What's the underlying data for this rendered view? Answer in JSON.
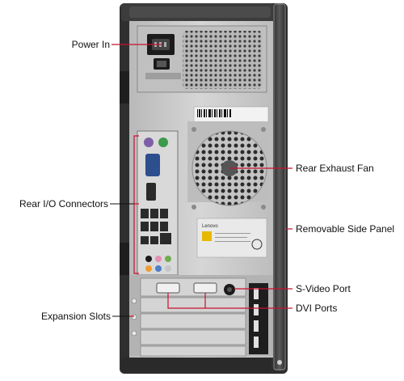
{
  "labels": {
    "power_in": "Power In",
    "rear_io": "Rear I/O Connectors",
    "expansion_slots": "Expansion Slots",
    "rear_exhaust_fan": "Rear Exhaust Fan",
    "removable_side_panel": "Removable Side Panel",
    "svideo_port": "S-Video Port",
    "dvi_ports": "DVI Ports"
  },
  "sticker_brand": "Lenovo",
  "colors": {
    "callout_line": "#c8102e",
    "chassis_dark": "#3a3a3a",
    "chassis_panel": "#c9c9c9",
    "side_panel": "#4a4a4a"
  }
}
